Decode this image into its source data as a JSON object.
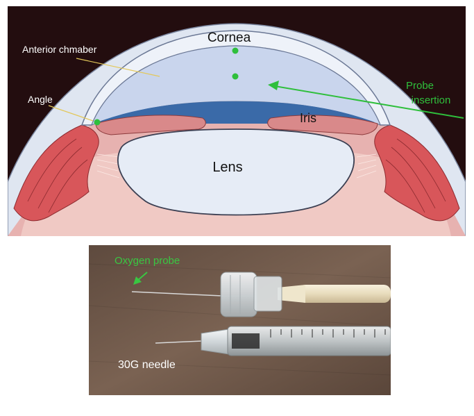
{
  "panel_a": {
    "labels": {
      "cornea": "Cornea",
      "anterior_chamber": "Anterior chmaber",
      "angle": "Angle",
      "iris": "Iris",
      "lens": "Lens",
      "probe_line1": "Probe",
      "probe_line2": "insertion"
    },
    "colors": {
      "background": "#230d0f",
      "sclera": "#dfe6f1",
      "cornea_fill": "#e6ecf6",
      "chamber": "#c6d3ec",
      "iris": "#d9898a",
      "iris_dark": "#3a6aa8",
      "ciliary": "#d8565a",
      "lens": "#e6ecf6",
      "marker": "#2fbf3c",
      "label_green": "#2fbf3c"
    }
  },
  "panel_b": {
    "labels": {
      "oxygen_probe": "Oxygen probe",
      "needle": "30G needle"
    },
    "colors": {
      "background": "#6b5546",
      "label_green": "#39c742",
      "label_white": "#ffffff"
    }
  }
}
